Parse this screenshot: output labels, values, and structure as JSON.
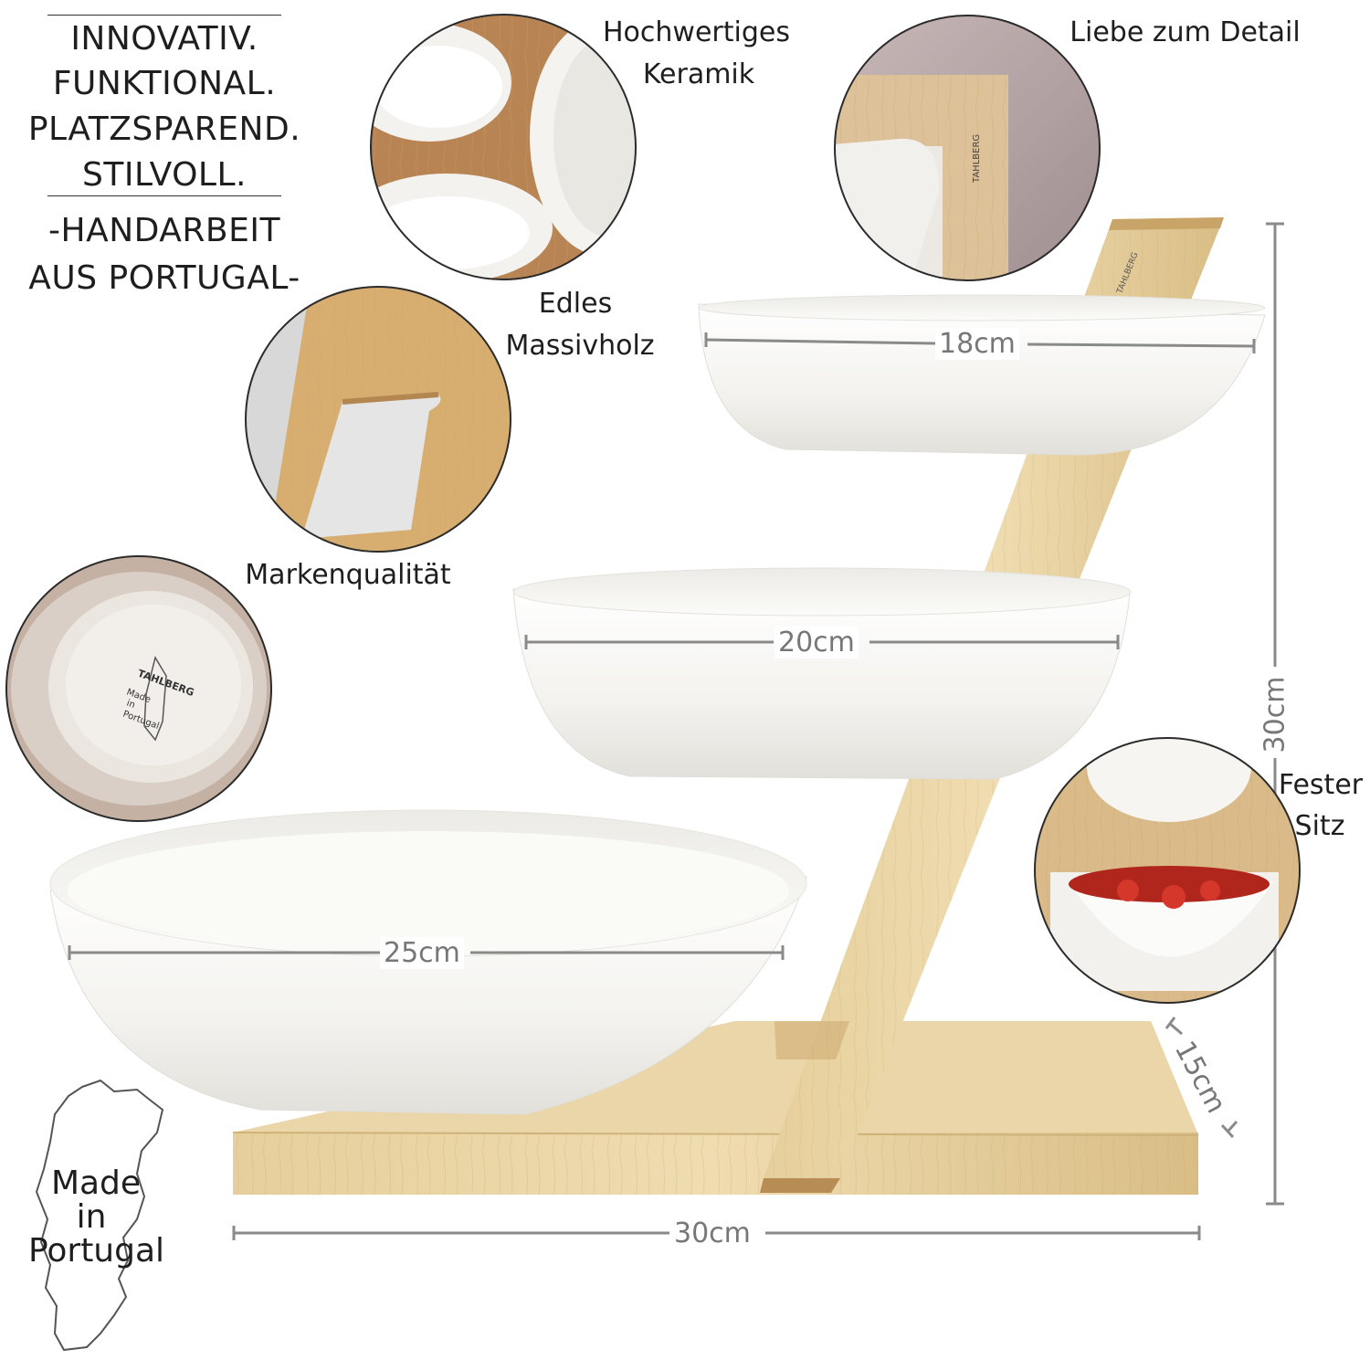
{
  "slogans": [
    "INNOVATIV.",
    "FUNKTIONAL.",
    "PLATZSPAREND.",
    "STILVOLL."
  ],
  "handarbeit": [
    "-HANDARBEIT",
    "AUS PORTUGAL-"
  ],
  "callouts": {
    "ceramic": [
      "Hochwertiges",
      "Keramik"
    ],
    "detail": "Liebe zum Detail",
    "wood": [
      "Edles",
      "Massivholz"
    ],
    "brand": "Markenqualität",
    "fit": [
      "Fester",
      "Sitz"
    ]
  },
  "dimensions": {
    "top_bowl": "18cm",
    "middle_bowl": "20cm",
    "bottom_bowl": "25cm",
    "height": "30cm",
    "depth": "15cm",
    "width": "30cm"
  },
  "stamp": {
    "brand": "TAHLBERG",
    "line1": "Made",
    "line2": "in",
    "line3": "Portugal"
  },
  "stand_brand": "TAHLBERG",
  "made_in": [
    "Made",
    "in",
    "Portugal"
  ],
  "colors": {
    "wood_light": "#e8d3a4",
    "wood_mid": "#d6b77c",
    "wood_dark": "#b78c55",
    "ceramic": "#f7f6f3",
    "dimension_line": "#8a8a8a",
    "circle_border": "#2b2b2b"
  }
}
